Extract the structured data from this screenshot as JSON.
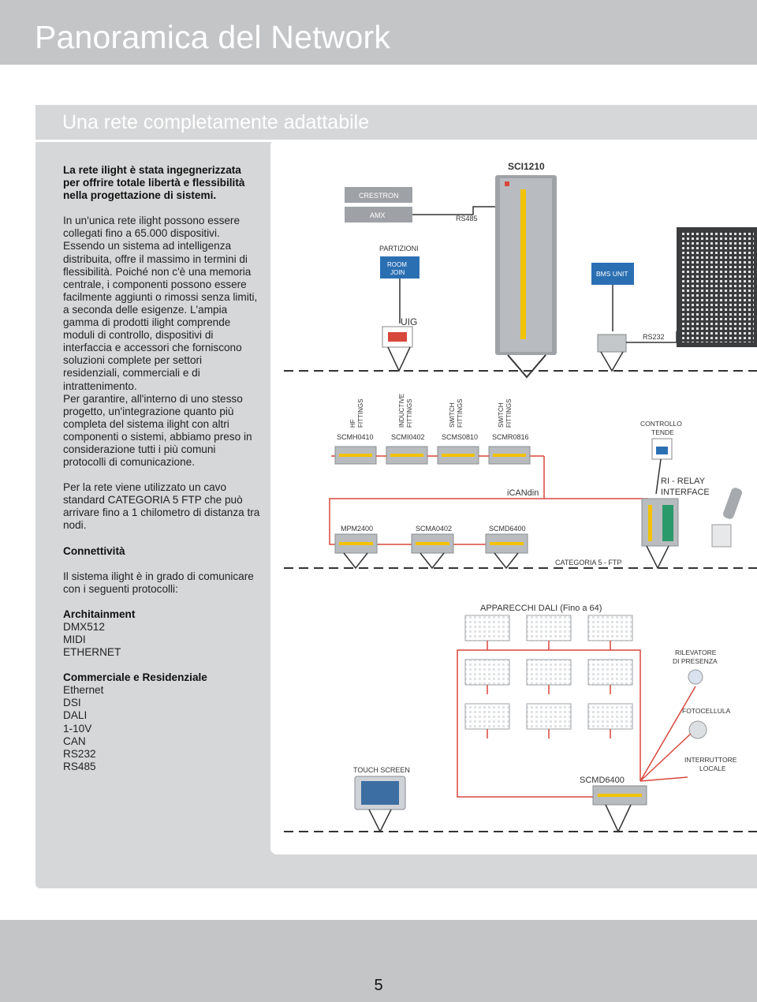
{
  "page": {
    "title": "Panoramica del Network",
    "number": "5"
  },
  "section": {
    "title": "Una rete completamente adattabile"
  },
  "body": {
    "intro": "La rete ilight è stata ingegnerizzata per offrire totale libertà e flessibilità nella progettazione di sistemi.",
    "p1": "In un'unica rete ilight possono essere collegati fino a 65.000 dispositivi. Essendo un sistema ad intelligenza distribuita, offre il massimo in termini di flessibilità. Poiché non c'è una memoria centrale, i componenti possono essere facilmente aggiunti o rimossi senza limiti, a seconda delle esigenze. L'ampia gamma di prodotti ilight comprende moduli di controllo, dispositivi di interfaccia e accessori che forniscono soluzioni complete per settori residenziali, commerciali e di intrattenimento.",
    "p2": "Per garantire, all'interno di uno stesso progetto, un'integrazione quanto più completa del sistema ilight con  altri componenti o sistemi, abbiamo preso in considerazione tutti i più comuni protocolli di comunicazione.",
    "p3": "Per la rete viene utilizzato un cavo standard CATEGORIA 5 FTP che può arrivare fino a 1 chilometro di distanza tra nodi.",
    "conn_heading": "Connettività",
    "conn_text": "Il sistema ilight è in grado di comunicare con i seguenti protocolli:",
    "arch_heading": "Architainment",
    "arch_list": [
      "DMX512",
      "MIDI",
      "ETHERNET"
    ],
    "comm_heading": "Commerciale e Residenziale",
    "comm_list": [
      "Ethernet",
      "DSI",
      "DALI",
      "1-10V",
      "CAN",
      "RS232",
      "RS485"
    ]
  },
  "diagram": {
    "sci": "SCI1210",
    "crestron": "CRESTRON",
    "amx": "AMX",
    "rs485": "RS485",
    "partizioni": "PARTIZIONI",
    "room_join": [
      "ROOM",
      "JOIN"
    ],
    "uig": "UIG",
    "bms": "BMS UNIT",
    "rs232": "RS232",
    "fittings": [
      {
        "label": [
          "HF",
          "FITTINGS"
        ],
        "module": "SCMH0410"
      },
      {
        "label": [
          "INDUCTIVE",
          "FITTINGS"
        ],
        "module": "SCMI0402"
      },
      {
        "label": [
          "SWITCH",
          "FITTINGS"
        ],
        "module": "SCMS0810"
      },
      {
        "label": [
          "SWITCH",
          "FITTINGS"
        ],
        "module": "SCMR0816"
      }
    ],
    "controllo": [
      "CONTROLLO",
      "TENDE"
    ],
    "relay": [
      "RI - RELAY",
      "INTERFACE"
    ],
    "icandin": "iCANdin",
    "bus2": [
      "MPM2400",
      "SCMA0402",
      "SCMD6400"
    ],
    "cat5": "CATEGORIA 5 - FTP",
    "dali": "APPARECCHI DALI (Fino a 64)",
    "rilevatore": [
      "RILEVATORE",
      "DI PRESENZA"
    ],
    "fotocellula": "FOTOCELLULA",
    "interruttore": [
      "INTERRUTTORE",
      "LOCALE"
    ],
    "touch": "TOUCH SCREEN",
    "scmd": "SCMD6400",
    "colors": {
      "red_cable": "#d8473c",
      "blue": "#2b6fb3",
      "module": "#b9bcbf",
      "yellow": "#f2c200"
    }
  }
}
